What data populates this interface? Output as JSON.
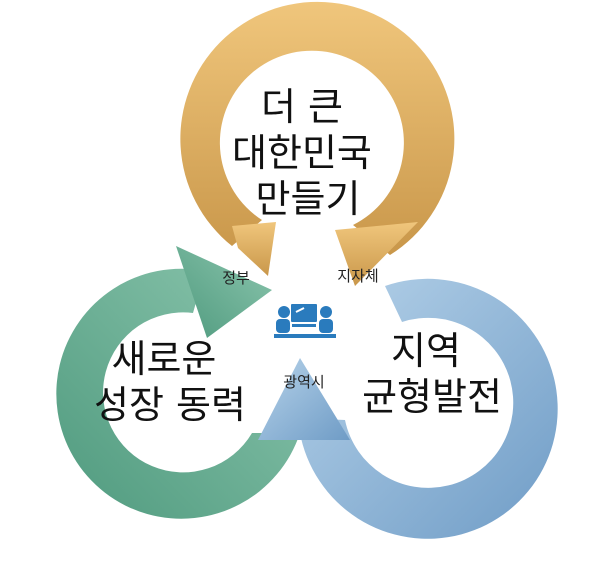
{
  "cycles": [
    {
      "id": "top",
      "lines": [
        "더 큰",
        "대한민국",
        "만들기"
      ],
      "arrow_label": "지자체",
      "color_light": "#f0c67c",
      "color_dark": "#c9974a"
    },
    {
      "id": "left",
      "lines": [
        "새로운",
        "성장 동력"
      ],
      "arrow_label": "정부",
      "color_light": "#8cc6ae",
      "color_dark": "#4f9a7e"
    },
    {
      "id": "right",
      "lines": [
        "지역",
        "균형발전"
      ],
      "arrow_label": "광역시",
      "color_light": "#b7d3ea",
      "color_dark": "#6f9cc6"
    }
  ],
  "center_icon": "meeting-people-icon",
  "icon_color": "#2a7bbd"
}
